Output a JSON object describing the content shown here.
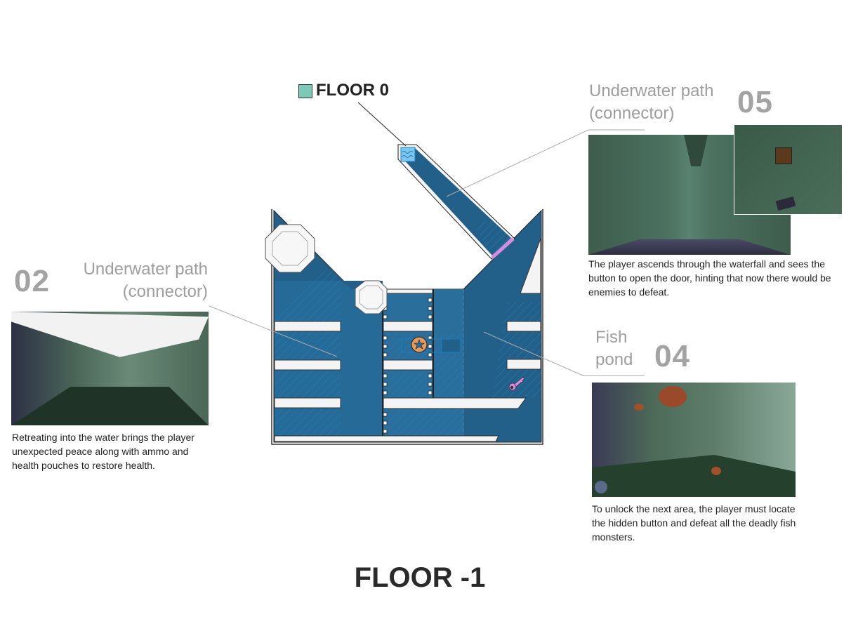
{
  "floor0": {
    "label": "FLOOR 0",
    "swatch_color": "#7ec8b8"
  },
  "floor_main": {
    "label": "FLOOR -1"
  },
  "annotations": [
    {
      "number": "05",
      "title": "Underwater path\n(connector)",
      "caption": "The player ascends through the waterfall and sees the button to open the door, hinting that now there would be enemies to defeat."
    },
    {
      "number": "02",
      "title": "Underwater path\n(connector)",
      "caption": "Retreating into the water brings the player unexpected peace along with ammo and health pouches to restore health."
    },
    {
      "number": "04",
      "title": "Fish\npond",
      "caption": "To unlock the next area, the player must locate the hidden button and defeat all the deadly fish monsters."
    }
  ],
  "map_icons": [
    "water-icon",
    "star-button-icon",
    "key-icon"
  ],
  "colors": {
    "water": "#236089",
    "water_light": "#2a6e9c",
    "platform": "#f4f4f4",
    "star": "#e8995a",
    "key": "#d98be0",
    "door": "#d98be0",
    "hatch": "#1b7fc4"
  }
}
